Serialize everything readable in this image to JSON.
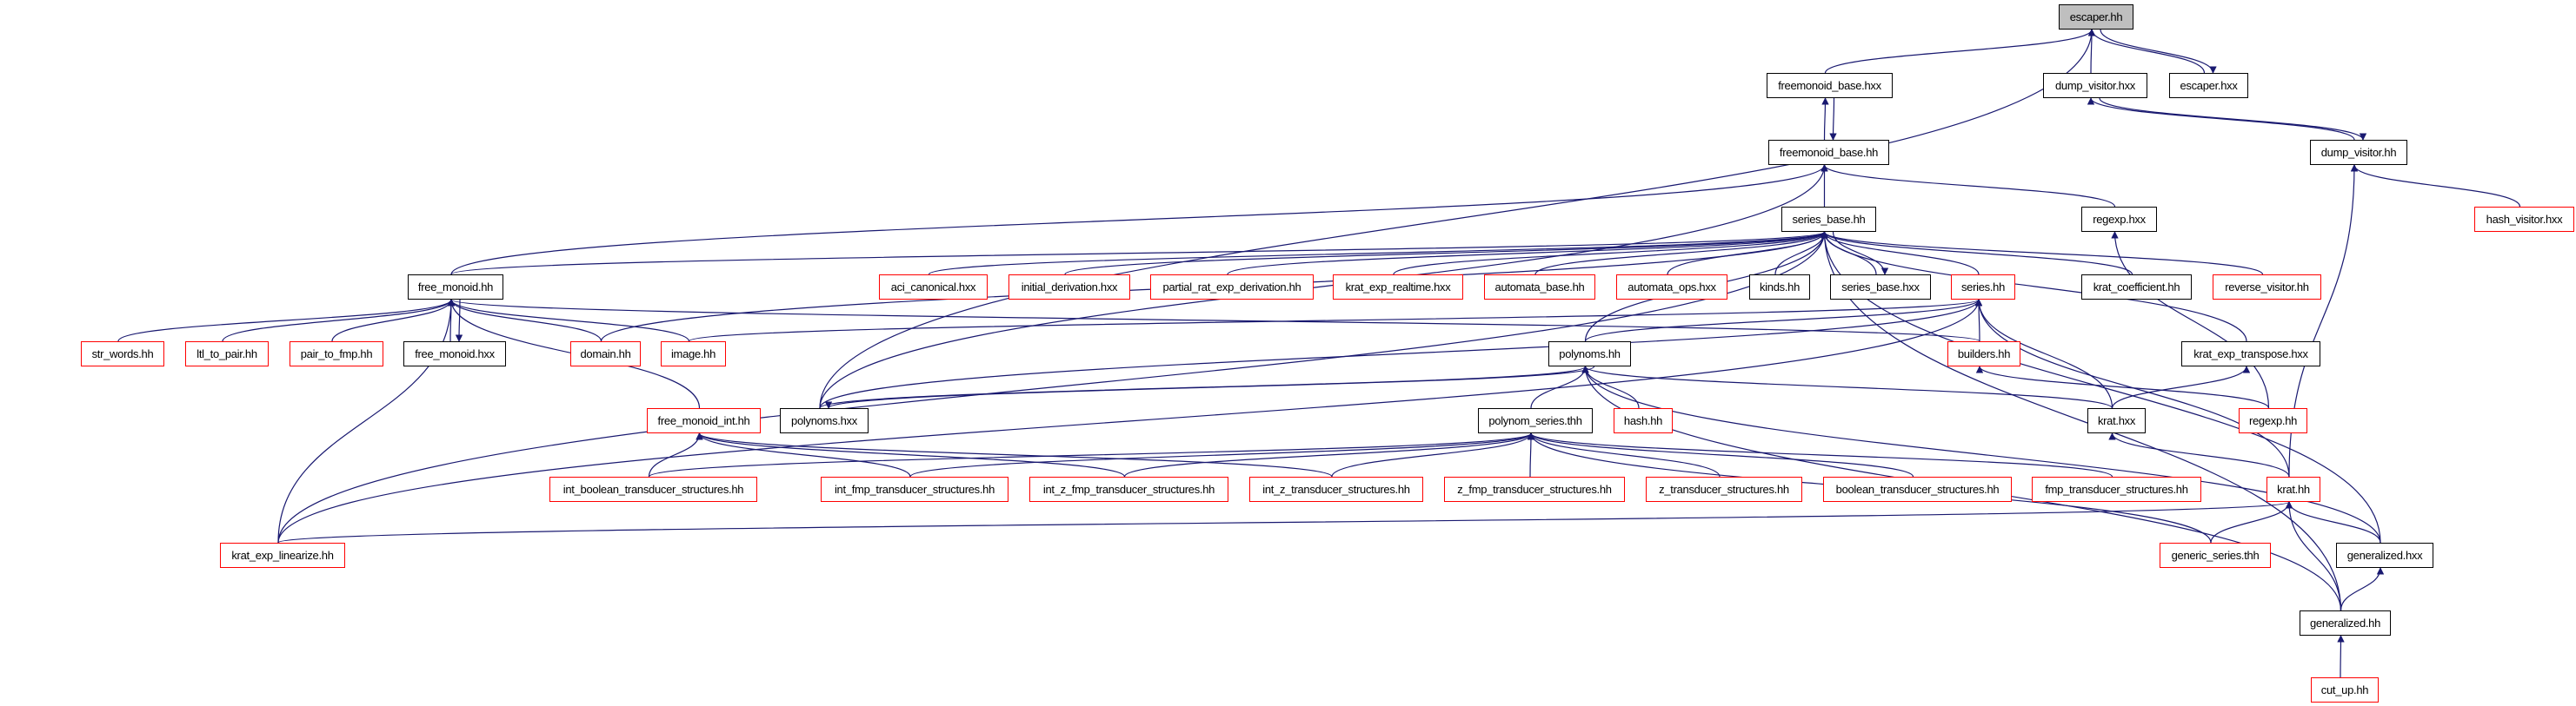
{
  "title": "escaper.hh include dependency graph",
  "edge_color": "#191970",
  "nodes": [
    {
      "id": "escaper_hh",
      "label": "escaper.hh",
      "style": "gray"
    },
    {
      "id": "freemonoid_base_hxx",
      "label": "freemonoid_base.hxx",
      "style": "black"
    },
    {
      "id": "dump_visitor_hxx",
      "label": "dump_visitor.hxx",
      "style": "black"
    },
    {
      "id": "escaper_hxx",
      "label": "escaper.hxx",
      "style": "black"
    },
    {
      "id": "freemonoid_base_hh",
      "label": "freemonoid_base.hh",
      "style": "black"
    },
    {
      "id": "dump_visitor_hh",
      "label": "dump_visitor.hh",
      "style": "black"
    },
    {
      "id": "series_base_hh",
      "label": "series_base.hh",
      "style": "black"
    },
    {
      "id": "regexp_hxx",
      "label": "regexp.hxx",
      "style": "black"
    },
    {
      "id": "hash_visitor_hxx",
      "label": "hash_visitor.hxx",
      "style": "red"
    },
    {
      "id": "free_monoid_hh",
      "label": "free_monoid.hh",
      "style": "black"
    },
    {
      "id": "aci_canonical_hxx",
      "label": "aci_canonical.hxx",
      "style": "red"
    },
    {
      "id": "initial_derivation_hxx",
      "label": "initial_derivation.hxx",
      "style": "red"
    },
    {
      "id": "partial_rat_exp_derivation_hh",
      "label": "partial_rat_exp_derivation.hh",
      "style": "red"
    },
    {
      "id": "krat_exp_realtime_hxx",
      "label": "krat_exp_realtime.hxx",
      "style": "red"
    },
    {
      "id": "automata_base_hh",
      "label": "automata_base.hh",
      "style": "red"
    },
    {
      "id": "automata_ops_hxx",
      "label": "automata_ops.hxx",
      "style": "red"
    },
    {
      "id": "kinds_hh",
      "label": "kinds.hh",
      "style": "black"
    },
    {
      "id": "series_base_hxx",
      "label": "series_base.hxx",
      "style": "black"
    },
    {
      "id": "series_hh",
      "label": "series.hh",
      "style": "red"
    },
    {
      "id": "krat_coefficient_hh",
      "label": "krat_coefficient.hh",
      "style": "black"
    },
    {
      "id": "reverse_visitor_hh",
      "label": "reverse_visitor.hh",
      "style": "red"
    },
    {
      "id": "str_words_hh",
      "label": "str_words.hh",
      "style": "red"
    },
    {
      "id": "ltl_to_pair_hh",
      "label": "ltl_to_pair.hh",
      "style": "red"
    },
    {
      "id": "pair_to_fmp_hh",
      "label": "pair_to_fmp.hh",
      "style": "red"
    },
    {
      "id": "free_monoid_hxx",
      "label": "free_monoid.hxx",
      "style": "black"
    },
    {
      "id": "domain_hh",
      "label": "domain.hh",
      "style": "red"
    },
    {
      "id": "image_hh",
      "label": "image.hh",
      "style": "red"
    },
    {
      "id": "polynoms_hh",
      "label": "polynoms.hh",
      "style": "black"
    },
    {
      "id": "builders_hh",
      "label": "builders.hh",
      "style": "red"
    },
    {
      "id": "krat_exp_transpose_hxx",
      "label": "krat_exp_transpose.hxx",
      "style": "black"
    },
    {
      "id": "free_monoid_int_hh",
      "label": "free_monoid_int.hh",
      "style": "red"
    },
    {
      "id": "polynoms_hxx",
      "label": "polynoms.hxx",
      "style": "black"
    },
    {
      "id": "polynom_series_thh",
      "label": "polynom_series.thh",
      "style": "black"
    },
    {
      "id": "hash_hh",
      "label": "hash.hh",
      "style": "red"
    },
    {
      "id": "krat_hxx",
      "label": "krat.hxx",
      "style": "black"
    },
    {
      "id": "regexp_hh",
      "label": "regexp.hh",
      "style": "red"
    },
    {
      "id": "int_boolean_transducer_structures_hh",
      "label": "int_boolean_transducer_structures.hh",
      "style": "red"
    },
    {
      "id": "int_fmp_transducer_structures_hh",
      "label": "int_fmp_transducer_structures.hh",
      "style": "red"
    },
    {
      "id": "int_z_fmp_transducer_structures_hh",
      "label": "int_z_fmp_transducer_structures.hh",
      "style": "red"
    },
    {
      "id": "int_z_transducer_structures_hh",
      "label": "int_z_transducer_structures.hh",
      "style": "red"
    },
    {
      "id": "z_fmp_transducer_structures_hh",
      "label": "z_fmp_transducer_structures.hh",
      "style": "red"
    },
    {
      "id": "z_transducer_structures_hh",
      "label": "z_transducer_structures.hh",
      "style": "red"
    },
    {
      "id": "boolean_transducer_structures_hh",
      "label": "boolean_transducer_structures.hh",
      "style": "red"
    },
    {
      "id": "fmp_transducer_structures_hh",
      "label": "fmp_transducer_structures.hh",
      "style": "red"
    },
    {
      "id": "krat_hh",
      "label": "krat.hh",
      "style": "red"
    },
    {
      "id": "krat_exp_linearize_hh",
      "label": "krat_exp_linearize.hh",
      "style": "red"
    },
    {
      "id": "generic_series_thh",
      "label": "generic_series.thh",
      "style": "red"
    },
    {
      "id": "generalized_hxx",
      "label": "generalized.hxx",
      "style": "black"
    },
    {
      "id": "generalized_hh",
      "label": "generalized.hh",
      "style": "black"
    },
    {
      "id": "cut_up_hh",
      "label": "cut_up.hh",
      "style": "red"
    }
  ],
  "edges": [
    [
      "freemonoid_base_hxx",
      "escaper_hh"
    ],
    [
      "polynoms_hxx",
      "escaper_hh"
    ],
    [
      "dump_visitor_hxx",
      "escaper_hh"
    ],
    [
      "escaper_hxx",
      "escaper_hh"
    ],
    [
      "escaper_hh",
      "escaper_hxx"
    ],
    [
      "freemonoid_base_hh",
      "freemonoid_base_hxx"
    ],
    [
      "freemonoid_base_hxx",
      "freemonoid_base_hh"
    ],
    [
      "dump_visitor_hh",
      "dump_visitor_hxx"
    ],
    [
      "dump_visitor_hxx",
      "dump_visitor_hh"
    ],
    [
      "series_base_hh",
      "freemonoid_base_hh"
    ],
    [
      "regexp_hxx",
      "freemonoid_base_hh"
    ],
    [
      "free_monoid_hh",
      "freemonoid_base_hh"
    ],
    [
      "polynoms_hxx",
      "freemonoid_base_hh"
    ],
    [
      "hash_visitor_hxx",
      "dump_visitor_hh"
    ],
    [
      "krat_hh",
      "dump_visitor_hh"
    ],
    [
      "free_monoid_hh",
      "series_base_hh"
    ],
    [
      "krat_exp_linearize_hh",
      "series_base_hh"
    ],
    [
      "aci_canonical_hxx",
      "series_base_hh"
    ],
    [
      "initial_derivation_hxx",
      "series_base_hh"
    ],
    [
      "partial_rat_exp_derivation_hh",
      "series_base_hh"
    ],
    [
      "krat_exp_realtime_hxx",
      "series_base_hh"
    ],
    [
      "automata_base_hh",
      "series_base_hh"
    ],
    [
      "automata_ops_hxx",
      "series_base_hh"
    ],
    [
      "kinds_hh",
      "series_base_hh"
    ],
    [
      "series_base_hxx",
      "series_base_hh"
    ],
    [
      "series_base_hh",
      "series_base_hxx"
    ],
    [
      "series_hh",
      "series_base_hh"
    ],
    [
      "krat_coefficient_hh",
      "series_base_hh"
    ],
    [
      "reverse_visitor_hh",
      "series_base_hh"
    ],
    [
      "krat_exp_transpose_hxx",
      "series_base_hh"
    ],
    [
      "generalized_hxx",
      "series_base_hh"
    ],
    [
      "generalized_hh",
      "series_base_hh"
    ],
    [
      "domain_hh",
      "series_base_hh"
    ],
    [
      "polynoms_hh",
      "series_base_hh"
    ],
    [
      "regexp_hh",
      "regexp_hxx"
    ],
    [
      "str_words_hh",
      "free_monoid_hh"
    ],
    [
      "ltl_to_pair_hh",
      "free_monoid_hh"
    ],
    [
      "pair_to_fmp_hh",
      "free_monoid_hh"
    ],
    [
      "free_monoid_hxx",
      "free_monoid_hh"
    ],
    [
      "free_monoid_hh",
      "free_monoid_hxx"
    ],
    [
      "domain_hh",
      "free_monoid_hh"
    ],
    [
      "image_hh",
      "free_monoid_hh"
    ],
    [
      "free_monoid_int_hh",
      "free_monoid_hh"
    ],
    [
      "krat_exp_linearize_hh",
      "free_monoid_hh"
    ],
    [
      "builders_hh",
      "free_monoid_hh"
    ],
    [
      "builders_hh",
      "series_hh"
    ],
    [
      "krat_hxx",
      "series_hh"
    ],
    [
      "krat_hh",
      "series_hh"
    ],
    [
      "polynoms_hh",
      "series_hh"
    ],
    [
      "polynoms_hxx",
      "series_hh"
    ],
    [
      "image_hh",
      "series_hh"
    ],
    [
      "krat_exp_linearize_hh",
      "series_hh"
    ],
    [
      "regexp_hh",
      "builders_hh"
    ],
    [
      "krat_hxx",
      "krat_exp_transpose_hxx"
    ],
    [
      "krat_hh",
      "krat_hxx"
    ],
    [
      "generalized_hxx",
      "krat_hh"
    ],
    [
      "generic_series_thh",
      "krat_hh"
    ],
    [
      "generalized_hh",
      "krat_hh"
    ],
    [
      "krat_exp_linearize_hh",
      "krat_hh"
    ],
    [
      "generalized_hh",
      "generalized_hxx"
    ],
    [
      "cut_up_hh",
      "generalized_hh"
    ],
    [
      "polynom_series_thh",
      "polynoms_hh"
    ],
    [
      "hash_hh",
      "polynoms_hh"
    ],
    [
      "polynoms_hxx",
      "polynoms_hh"
    ],
    [
      "polynoms_hh",
      "polynoms_hxx"
    ],
    [
      "krat_hxx",
      "polynoms_hh"
    ],
    [
      "generalized_hxx",
      "polynoms_hh"
    ],
    [
      "generalized_hh",
      "polynoms_hh"
    ],
    [
      "int_boolean_transducer_structures_hh",
      "polynom_series_thh"
    ],
    [
      "int_fmp_transducer_structures_hh",
      "polynom_series_thh"
    ],
    [
      "int_z_fmp_transducer_structures_hh",
      "polynom_series_thh"
    ],
    [
      "int_z_transducer_structures_hh",
      "polynom_series_thh"
    ],
    [
      "z_fmp_transducer_structures_hh",
      "polynom_series_thh"
    ],
    [
      "z_transducer_structures_hh",
      "polynom_series_thh"
    ],
    [
      "boolean_transducer_structures_hh",
      "polynom_series_thh"
    ],
    [
      "fmp_transducer_structures_hh",
      "polynom_series_thh"
    ],
    [
      "generic_series_thh",
      "polynom_series_thh"
    ],
    [
      "int_boolean_transducer_structures_hh",
      "free_monoid_int_hh"
    ],
    [
      "int_fmp_transducer_structures_hh",
      "free_monoid_int_hh"
    ],
    [
      "int_z_fmp_transducer_structures_hh",
      "free_monoid_int_hh"
    ],
    [
      "int_z_transducer_structures_hh",
      "free_monoid_int_hh"
    ]
  ]
}
